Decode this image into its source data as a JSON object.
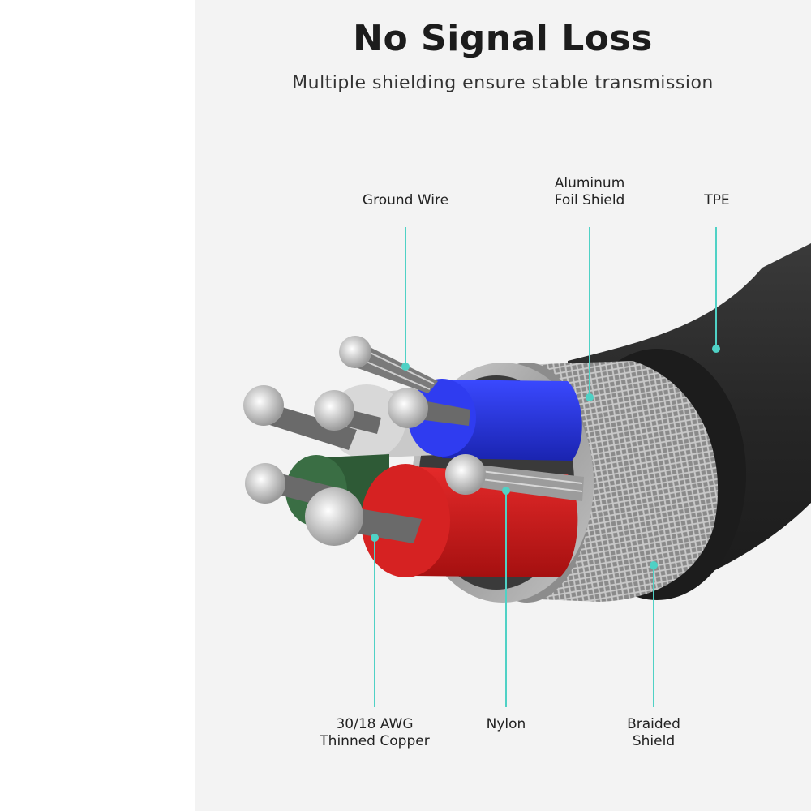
{
  "header": {
    "title": "No Signal Loss",
    "subtitle": "Multiple shielding ensure stable transmission"
  },
  "callouts": {
    "ground_wire": [
      "Ground Wire"
    ],
    "aluminum_foil": [
      "Aluminum",
      "Foil Shield"
    ],
    "tpe": [
      "TPE"
    ],
    "copper": [
      "30/18 AWG",
      "Thinned Copper"
    ],
    "nylon": [
      "Nylon"
    ],
    "braided": [
      "Braided",
      "Shield"
    ]
  },
  "colors": {
    "accent": "#4fd1c5",
    "background": "#f3f3f3",
    "jacket": "#2a2a2a",
    "wire_blue": "#2433d8",
    "wire_red": "#d01c1c",
    "wire_green": "#2e5a36",
    "wire_white": "#c9c9c9"
  }
}
